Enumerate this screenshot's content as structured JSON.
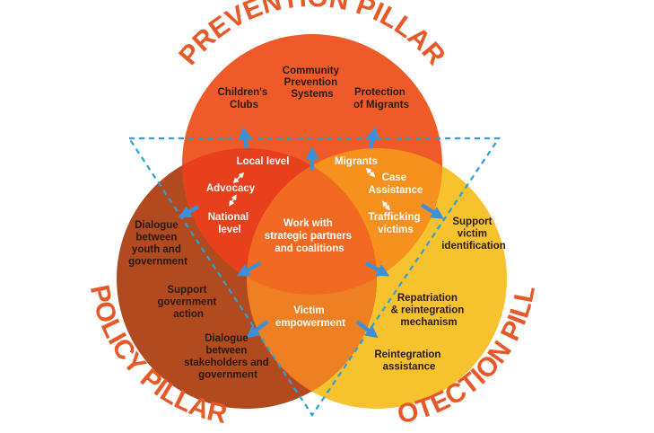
{
  "titles": {
    "prevention": "PREVENTION PILLAR",
    "policy": "POLICY PILLAR",
    "protection": "PROTECTION PILLAR"
  },
  "colors": {
    "prevention": "#ee5a28",
    "policy": "#b24a1f",
    "protection": "#f6c32f",
    "overlap_prev_policy": "#e8401c",
    "overlap_prev_prot": "#f7911e",
    "overlap_policy_prot": "#ee7f22",
    "center": "#f26a21",
    "title_text": "#e8592a",
    "arrow": "#3d8fd6",
    "triangle": "#2aa0d6"
  },
  "prevention_items": {
    "childrens_clubs": [
      "Children's",
      "Clubs"
    ],
    "community": [
      "Community",
      "Prevention",
      "Systems"
    ],
    "migrants_protection": [
      "Protection",
      "of Migrants"
    ]
  },
  "policy_items": {
    "dialogue_youth": [
      "Dialogue",
      "between",
      "youth and",
      "government"
    ],
    "support_gov": [
      "Support",
      "government",
      "action"
    ],
    "dialogue_stakeholders": [
      "Dialogue",
      "between",
      "stakeholders and",
      "government"
    ]
  },
  "protection_items": {
    "support_victim": [
      "Support",
      "victim",
      "identification"
    ],
    "repatriation": [
      "Repatriation",
      "& reintegration",
      "mechanism"
    ],
    "reintegration": [
      "Reintegration",
      "assistance"
    ]
  },
  "overlap_items": {
    "local_level": "Local level",
    "advocacy": "Advocacy",
    "national_level": [
      "National",
      "level"
    ],
    "migrants": "Migrants",
    "case_assistance": [
      "Case",
      "Assistance"
    ],
    "trafficking": [
      "Trafficking",
      "victims"
    ],
    "victim_empowerment": [
      "Victim",
      "empowerment"
    ],
    "center": [
      "Work with",
      "strategic partners",
      "and coalitions"
    ]
  }
}
